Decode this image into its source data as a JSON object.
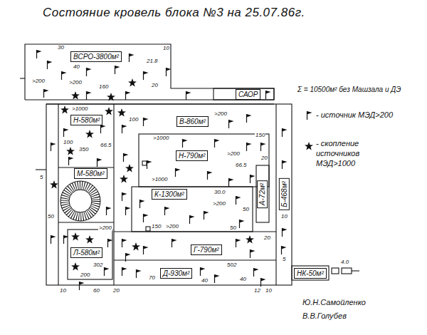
{
  "diagram": {
    "title": "Состояние кровель блока №3 на 25.07.86г.",
    "nodes": [
      {
        "text": [
          "ВСРО-3800м²"
        ]
      },
      {
        "text": [
          "САОР"
        ]
      },
      {
        "text": [
          "Н-580м²"
        ]
      },
      {
        "text": [
          "В-860м²"
        ]
      },
      {
        "text": [
          "Н-790м²"
        ]
      },
      {
        "text": [
          "М-580м²"
        ]
      },
      {
        "text": [
          "К-1300м²"
        ]
      },
      {
        "text": [
          "А-72м²"
        ]
      },
      {
        "text": [
          "Б-468м²"
        ]
      },
      {
        "text": [
          "Л-580м²"
        ]
      },
      {
        "text": [
          "Г-790м²"
        ]
      },
      {
        "text": [
          "Д-930м²"
        ]
      },
      {
        "text": [
          "НК-50м²"
        ]
      }
    ],
    "labels": [
      "Σ = 10500м² без Машзала и ДЭ",
      "30",
      "10",
      "21.8",
      "40",
      ">200",
      ">200",
      "160",
      "20",
      ">1000",
      ">200",
      "100",
      "150",
      ">1000",
      "100",
      "66.5",
      "350",
      ">200",
      "20",
      "66.5",
      "5",
      ">1000",
      "30.0",
      ">200",
      "50",
      "10",
      "50",
      "150",
      ">200",
      "50",
      ">200",
      "20",
      "5",
      "4.0",
      "502",
      "302",
      "200",
      "70",
      "40",
      "40",
      "10",
      "60",
      "20",
      "12",
      "10",
      "Ю.Н.Самойленко",
      "В.В.Голубев"
    ],
    "legend": [
      {
        "text": "- источник МЭД>200"
      },
      {
        "text": "- скопление источников МЭД>1000"
      }
    ]
  }
}
